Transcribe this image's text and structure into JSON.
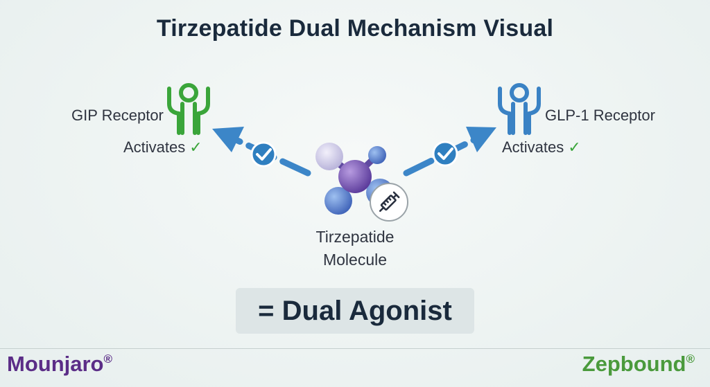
{
  "title": "Tirzepatide Dual Mechanism Visual",
  "left_receptor": {
    "label": "GIP Receptor",
    "status": "Activates",
    "check": "✓",
    "color": "#3aa53a",
    "icon": "receptor-icon"
  },
  "right_receptor": {
    "label": "GLP-1 Receptor",
    "status": "Activates",
    "check": "✓",
    "color": "#3a82c4",
    "icon": "receptor-icon"
  },
  "molecule": {
    "line1": "Tirzepatide",
    "line2": "Molecule",
    "icon": "syringe-icon"
  },
  "result": "= Dual Agonist",
  "brands": {
    "left": "Mounjaro",
    "left_mark": "®",
    "left_color": "#5b2d87",
    "right": "Zepbound",
    "right_mark": "®",
    "right_color": "#4a9a3c"
  },
  "colors": {
    "arrow": "#3c86c8",
    "molecule": "#6a4ca8",
    "atom": "#4e78c6"
  }
}
